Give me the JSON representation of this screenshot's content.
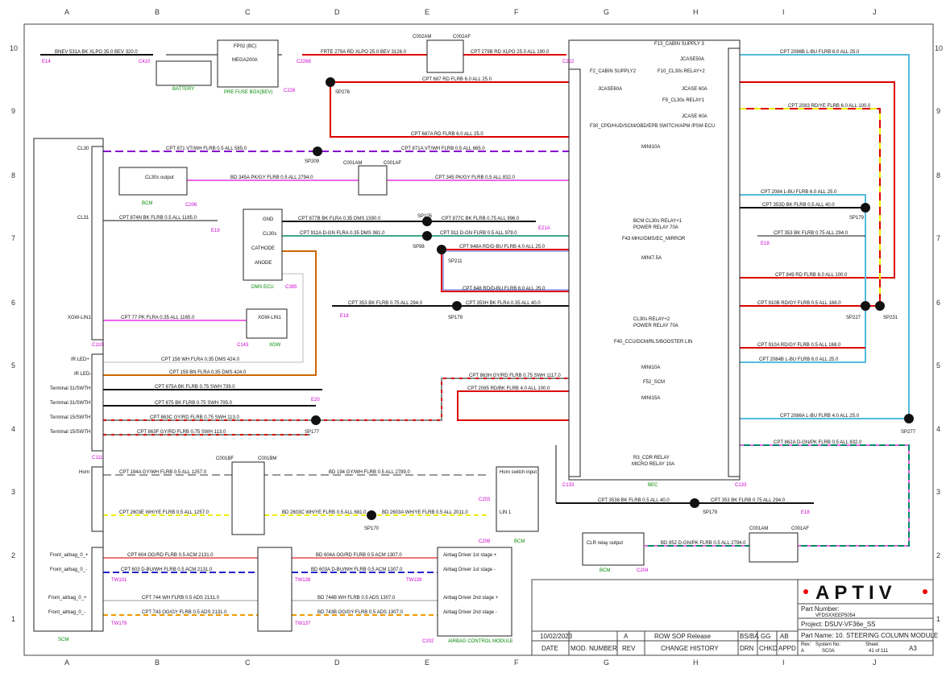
{
  "grid": {
    "cols": [
      "A",
      "B",
      "C",
      "D",
      "E",
      "F",
      "G",
      "H",
      "I",
      "J"
    ],
    "rows": [
      "10",
      "9",
      "8",
      "7",
      "6",
      "5",
      "4",
      "3",
      "2",
      "1"
    ]
  },
  "title_block": {
    "logo": "APTIV",
    "part_number_label": "Part Number:",
    "part_number": "VFDSXXEEP5054",
    "project": "Project: DSUV-VF36e_SS",
    "part_name": "Part Name: 10. STEERING COLUMN MODULE",
    "date": "10/02/2023",
    "rev_letter": "A",
    "change": "ROW SOP Release",
    "drn": "BS/BA",
    "chkd": "GG",
    "appd": "AB",
    "h_date": "DATE",
    "h_mod": "MOD. NUMBER",
    "h_rev": "REV",
    "h_change": "CHANGE HISTORY",
    "h_drn": "DRN",
    "h_chkd": "CHKD",
    "h_appd": "APPD",
    "rev_lbl": "Rev:",
    "rev_val": "A",
    "sys_lbl": "System No:",
    "sys_val": "SC0A",
    "sheet_lbl": "Sheet:",
    "sheet_val": "41 of 111",
    "size": "A3"
  },
  "components": {
    "battery": "BATTERY",
    "pre_fuse_box": "PRE FUSE BOX(BEV)",
    "fp02": "FP02 (BC)",
    "fp02_fuse": "MEGA200A",
    "scm": "SCM",
    "dms": "DMS ECU",
    "bcm": "BCM",
    "xgw": "XGW",
    "acm": "AIRBAG CONTROL MODULE",
    "bec": "BEC"
  },
  "labels": [
    {
      "id": "w1",
      "t": "BNEV 531A BK XLPO 35.0 BEV 320.0"
    },
    {
      "id": "w2",
      "t": "FRTE 279A RD XLPO 25.0 BEV 3126.0"
    },
    {
      "id": "w3",
      "t": "CPT 279B RD XLPO 25.0 ALL 190.0"
    },
    {
      "id": "w4",
      "t": "CPT 687 RD FLRB 6.0 ALL 25.0"
    },
    {
      "id": "w5",
      "t": "CPT 687A RD FLRB 6.0 ALL 25.0"
    },
    {
      "id": "w6",
      "t": "CPT 871 VT/WH FLRB 0.5 ALL 585.0"
    },
    {
      "id": "w7",
      "t": "CPT 871A VT/WH FLRB 0.5 ALL 665.0"
    },
    {
      "id": "w8",
      "t": "BD 345A PK/GY FLRB 0.5 ALL 2794.0"
    },
    {
      "id": "w9",
      "t": "CPT 345 PK/GY FLRB 0.5 ALL 832.0"
    },
    {
      "id": "w10",
      "t": "CPT 874N BK FLRB 0.5 ALL 1185.0"
    },
    {
      "id": "w11",
      "t": "CPT 877B BK FLRA 0.35 DMS 1590.0"
    },
    {
      "id": "w12",
      "t": "CPT 877C BK FLRB 0.75 ALL 996.0"
    },
    {
      "id": "w13",
      "t": "CPT 911A D-GN FLRA 0.35 DMS 981.0"
    },
    {
      "id": "w14",
      "t": "CPT 911 D-GN FLRB 0.5 ALL 979.0"
    },
    {
      "id": "w15",
      "t": "CPT 848A RD/D-BU FLRB 4.0 ALL 25.0"
    },
    {
      "id": "w16",
      "t": "CPT 848 RD/D-BU FLRB 6.0 ALL 25.0"
    },
    {
      "id": "w17",
      "t": "CPT 353 BK FLRB 0.75 ALL 294.0"
    },
    {
      "id": "w18",
      "t": "CPT 353H BK FLRA 0.35 ALL 40.0"
    },
    {
      "id": "w19",
      "t": "CPT 77 PK FLRA 0.35 ALL 1165.0"
    },
    {
      "id": "w20",
      "t": "CPT 158 WH FLRA 0.35 DMS 424.0"
    },
    {
      "id": "w21",
      "t": "CPT 159 BN FLRA 0.35 DMS 424.0"
    },
    {
      "id": "w22",
      "t": "CPT 875A BK FLRB 0.75 SWH 739.0"
    },
    {
      "id": "w23",
      "t": "CPT 875 BK FLRB 0.75 SWH 795.0"
    },
    {
      "id": "w24",
      "t": "CPT 863C GY/RD FLRB 0.75 SWH 113.0"
    },
    {
      "id": "w25",
      "t": "CPT 863F GY/RD FLRB 0.75 SWH 113.0"
    },
    {
      "id": "w26",
      "t": "CPT 863H GY/RD FLRB 0.75 SWH 1117.0"
    },
    {
      "id": "w27",
      "t": "CPT 2085 RD/BK FLRB 4.0 ALL 100.0"
    },
    {
      "id": "w28",
      "t": "CPT 194A GY/WH FLRB 0.5 ALL 1257.0"
    },
    {
      "id": "w29",
      "t": "BD 194 GY/WH FLRB 0.5 ALL 2789.0"
    },
    {
      "id": "w30",
      "t": "CPT 2603E WH/YE FLRB 0.5 ALL 1257.0"
    },
    {
      "id": "w31",
      "t": "BD 2603C WH/YE FLRB 0.5 ALL 681.0"
    },
    {
      "id": "w32",
      "t": "BD 2603A WH/YE FLRB 0.5 ALL 2011.0"
    },
    {
      "id": "w33",
      "t": "CPT 604 OG/RD FLRB 0.5 ACM 2131.0"
    },
    {
      "id": "w34",
      "t": "BD 604A OG/RD FLRB 0.5 ACM 1307.0"
    },
    {
      "id": "w35",
      "t": "CPT 603 D-BU/WH FLRB 0.5 ACM 2131.0"
    },
    {
      "id": "w36",
      "t": "BD 603A D-BU/WH FLRB 0.5 ACM 1307.0"
    },
    {
      "id": "w37",
      "t": "CPT 744 WH FLRB 0.5 ADS 2131.0"
    },
    {
      "id": "w38",
      "t": "BD 744B WH FLRB 0.5 ADS 1307.0"
    },
    {
      "id": "w39",
      "t": "CPT 743 OG/GY FLRB 0.5 ADS 2131.0"
    },
    {
      "id": "w40",
      "t": "BD 743B OG/GY FLRB 0.5 ADS 1307.0"
    },
    {
      "id": "w41",
      "t": "CPT 3538 BK FLRB 0.5 ALL 40.0"
    },
    {
      "id": "w42",
      "t": "CPT 353 BK FLRB 0.75 ALL 294.0"
    },
    {
      "id": "w43",
      "t": "BD 852 D-GN/PK FLRB 0.5 ALL 2794.0"
    },
    {
      "id": "w44",
      "t": "CPT 2086B L-BU FLRB 6.0 ALL 25.0"
    },
    {
      "id": "w45",
      "t": "CPT 2083 RD/YE FLRB 6.0 ALL 100.0"
    },
    {
      "id": "w46",
      "t": "CPT 2084 L-BU FLRB 6.0 ALL 25.0"
    },
    {
      "id": "w47",
      "t": "CPT 353D BK FLRB 0.5 ALL 40.0"
    },
    {
      "id": "w48",
      "t": "CPT 353 BK FLRB 0.75 ALL 294.0"
    },
    {
      "id": "w49",
      "t": "CPT 849 RD FLRB 6.0 ALL 100.0"
    },
    {
      "id": "w50",
      "t": "CPT 910B RD/GY FLRB 0.5 ALL 168.0"
    },
    {
      "id": "w51",
      "t": "CPT 910A RD/GY FLRB 0.5 ALL 168.0"
    },
    {
      "id": "w52",
      "t": "CPT 2084B L-BU FLRB 6.0 ALL 25.0"
    },
    {
      "id": "w53",
      "t": "CPT 2086A L-BU FLRB 4.0 ALL 25.0"
    },
    {
      "id": "w54",
      "t": "CPT 862A D-GN/PK FLRB 0.5 ALL 832.0"
    },
    {
      "id": "f1",
      "t": "F13_CABIN SUPPLY 3"
    },
    {
      "id": "f1b",
      "t": "JCASE50A"
    },
    {
      "id": "f2",
      "t": "F2_CABIN SUPPLY2"
    },
    {
      "id": "f2b",
      "t": "JCASE60A"
    },
    {
      "id": "f3",
      "t": "F10_CL30s RELAY+2"
    },
    {
      "id": "f3b",
      "t": "JCASE 60A"
    },
    {
      "id": "f4",
      "t": "F9_CL30s RELAY1"
    },
    {
      "id": "f4b",
      "t": "JCASE 60A"
    },
    {
      "id": "f5",
      "t": "F30_CPD/HUD/SCM/OBD/EPB SWITCH/APM /PSM ECU"
    },
    {
      "id": "f5b",
      "t": "MINI10A"
    },
    {
      "id": "f6",
      "t": "F43 MHU/DMS/EC_MIRROR"
    },
    {
      "id": "f6b",
      "t": "MINI7.5A"
    },
    {
      "id": "f7",
      "t": "F40_CCU/DCM/RLS/BOOSTER LIN"
    },
    {
      "id": "f7b",
      "t": "MINI10A"
    },
    {
      "id": "f8",
      "t": "F52_SCM"
    },
    {
      "id": "f8b",
      "t": "MINI15A"
    },
    {
      "id": "r1",
      "t": "BCM CL30s RELAY+1"
    },
    {
      "id": "r1b",
      "t": "POWER RELAY 70A"
    },
    {
      "id": "r2",
      "t": "CL30s RELAY+2"
    },
    {
      "id": "r2b",
      "t": "POWER RELAY 70A"
    },
    {
      "id": "r3",
      "t": "R3_CDR RELAY"
    },
    {
      "id": "r3b",
      "t": "MICRO RELAY 10A"
    },
    {
      "id": "p1",
      "t": "CL30"
    },
    {
      "id": "p2",
      "t": "CL31"
    },
    {
      "id": "p3",
      "t": "XGW-LIN1"
    },
    {
      "id": "p4",
      "t": "IR LED+"
    },
    {
      "id": "p5",
      "t": "IR LED-"
    },
    {
      "id": "p6",
      "t": "Terminal 31/SWTH"
    },
    {
      "id": "p7",
      "t": "Terminal 31/SWTH"
    },
    {
      "id": "p8",
      "t": "Terminal 15/SWTH"
    },
    {
      "id": "p9",
      "t": "Terminal 15/SWTH"
    },
    {
      "id": "p10",
      "t": "Horn"
    },
    {
      "id": "p11",
      "t": "Front_airbag_0_+"
    },
    {
      "id": "p12",
      "t": "Front_airbag_0_-"
    },
    {
      "id": "p13",
      "t": "Front_airbag_0_+"
    },
    {
      "id": "p14",
      "t": "Front_airbag_0_-"
    },
    {
      "id": "p15",
      "t": "GND"
    },
    {
      "id": "p16",
      "t": "CL30s"
    },
    {
      "id": "p17",
      "t": "CATHODE"
    },
    {
      "id": "p18",
      "t": "ANODE"
    },
    {
      "id": "p19",
      "t": "CL30s output"
    },
    {
      "id": "p20",
      "t": "XGW-LIN1"
    },
    {
      "id": "p21",
      "t": "Horn switch input"
    },
    {
      "id": "p22",
      "t": "LIN 1"
    },
    {
      "id": "p23",
      "t": "CLR relay output"
    },
    {
      "id": "p24",
      "t": "Airbag Driver 1st stage +"
    },
    {
      "id": "p25",
      "t": "Airbag Driver 1st stage -"
    },
    {
      "id": "p26",
      "t": "Airbag Driver 2nd stage +"
    },
    {
      "id": "p27",
      "t": "Airbag Driver 2nd stage -"
    }
  ],
  "connectors": [
    {
      "id": "c1",
      "t": "E14"
    },
    {
      "id": "c2",
      "t": "C410"
    },
    {
      "id": "c3",
      "t": "C226"
    },
    {
      "id": "c4",
      "t": "C2268"
    },
    {
      "id": "c5",
      "t": "C222"
    },
    {
      "id": "c6",
      "t": "C002AM"
    },
    {
      "id": "c7",
      "t": "C002AF"
    },
    {
      "id": "c8",
      "t": "SP276"
    },
    {
      "id": "c9",
      "t": "SP209"
    },
    {
      "id": "c10",
      "t": "C206"
    },
    {
      "id": "c11",
      "t": "C001AM"
    },
    {
      "id": "c12",
      "t": "C001AF"
    },
    {
      "id": "c13",
      "t": "E19"
    },
    {
      "id": "c14",
      "t": "SP105"
    },
    {
      "id": "c15",
      "t": "E21A"
    },
    {
      "id": "c16",
      "t": "SP98"
    },
    {
      "id": "c17",
      "t": "SP211"
    },
    {
      "id": "c18",
      "t": "C385"
    },
    {
      "id": "c19",
      "t": "E18"
    },
    {
      "id": "c20",
      "t": "SP179"
    },
    {
      "id": "c21",
      "t": "C143"
    },
    {
      "id": "c22",
      "t": "E20"
    },
    {
      "id": "c23",
      "t": "SP177"
    },
    {
      "id": "c24",
      "t": "C110"
    },
    {
      "id": "c25",
      "t": "C111"
    },
    {
      "id": "c26",
      "t": "SP170"
    },
    {
      "id": "c27",
      "t": "C203"
    },
    {
      "id": "c28",
      "t": "C208"
    },
    {
      "id": "c29",
      "t": "C001BF"
    },
    {
      "id": "c30",
      "t": "C001BM"
    },
    {
      "id": "c31",
      "t": "TW101"
    },
    {
      "id": "c32",
      "t": "TW138"
    },
    {
      "id": "c33",
      "t": "TW139"
    },
    {
      "id": "c34",
      "t": "TW179"
    },
    {
      "id": "c35",
      "t": "TW137"
    },
    {
      "id": "c36",
      "t": "C202"
    },
    {
      "id": "c37",
      "t": "C133"
    },
    {
      "id": "c38",
      "t": "C133"
    },
    {
      "id": "c39",
      "t": "E18"
    },
    {
      "id": "c40",
      "t": "SP179"
    },
    {
      "id": "c41",
      "t": "E18"
    },
    {
      "id": "c42",
      "t": "SP227"
    },
    {
      "id": "c43",
      "t": "SP231"
    },
    {
      "id": "c44",
      "t": "SP277"
    },
    {
      "id": "c45",
      "t": "C204"
    },
    {
      "id": "c46",
      "t": "SP179"
    },
    {
      "id": "c47",
      "t": "C001AM"
    },
    {
      "id": "c48",
      "t": "C001AF"
    }
  ]
}
